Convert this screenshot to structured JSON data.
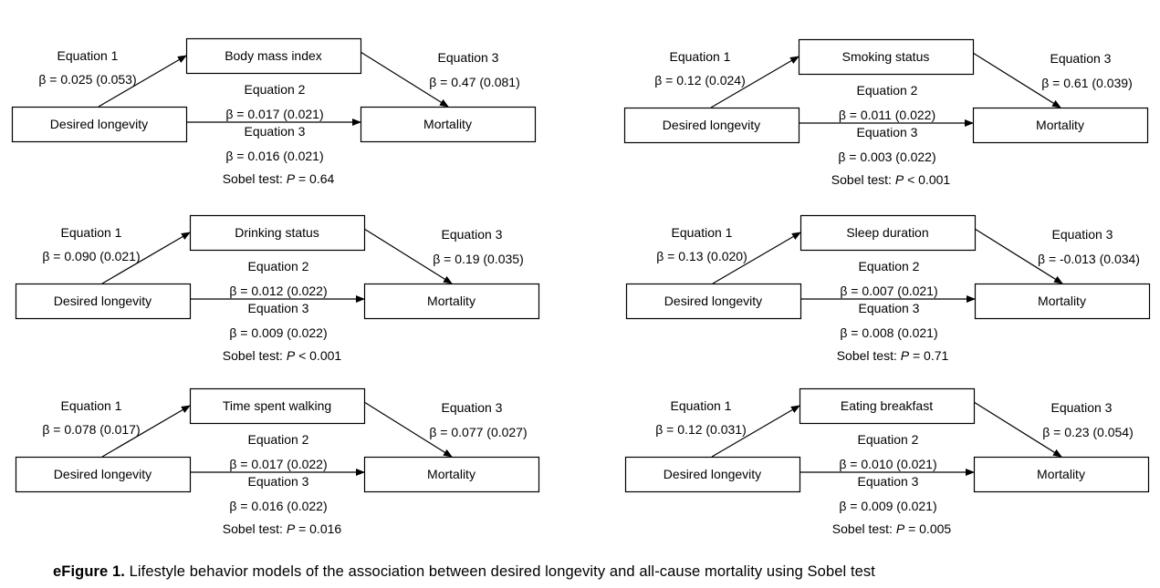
{
  "panels": [
    {
      "exposure": "Desired longevity",
      "mediator": "Body mass index",
      "outcome": "Mortality",
      "eq1_label": "Equation 1",
      "eq1_beta": "β = 0.025 (0.053)",
      "eq3_label": "Equation 3",
      "eq3_beta": "β = 0.47 (0.081)",
      "eq2_label": "Equation 2",
      "eq2_beta": "β = 0.017 (0.021)",
      "eq3b_label": "Equation 3",
      "eq3b_beta": "β = 0.016 (0.021)",
      "sobel_prefix": "Sobel test: ",
      "sobel_p": "P",
      "sobel_value": " = 0.64"
    },
    {
      "exposure": "Desired longevity",
      "mediator": "Smoking status",
      "outcome": "Mortality",
      "eq1_label": "Equation 1",
      "eq1_beta": "β = 0.12 (0.024)",
      "eq3_label": "Equation 3",
      "eq3_beta": "β = 0.61 (0.039)",
      "eq2_label": "Equation 2",
      "eq2_beta": "β = 0.011 (0.022)",
      "eq3b_label": "Equation 3",
      "eq3b_beta": "β = 0.003 (0.022)",
      "sobel_prefix": "Sobel test: ",
      "sobel_p": "P",
      "sobel_value": " < 0.001"
    },
    {
      "exposure": "Desired longevity",
      "mediator": "Drinking status",
      "outcome": "Mortality",
      "eq1_label": "Equation 1",
      "eq1_beta": "β = 0.090 (0.021)",
      "eq3_label": "Equation 3",
      "eq3_beta": "β = 0.19 (0.035)",
      "eq2_label": "Equation 2",
      "eq2_beta": "β = 0.012 (0.022)",
      "eq3b_label": "Equation 3",
      "eq3b_beta": "β = 0.009 (0.022)",
      "sobel_prefix": "Sobel test: ",
      "sobel_p": "P",
      "sobel_value": " < 0.001"
    },
    {
      "exposure": "Desired longevity",
      "mediator": "Sleep duration",
      "outcome": "Mortality",
      "eq1_label": "Equation 1",
      "eq1_beta": "β = 0.13 (0.020)",
      "eq3_label": "Equation 3",
      "eq3_beta": "β = -0.013 (0.034)",
      "eq2_label": "Equation 2",
      "eq2_beta": "β = 0.007 (0.021)",
      "eq3b_label": "Equation 3",
      "eq3b_beta": "β = 0.008 (0.021)",
      "sobel_prefix": "Sobel test: ",
      "sobel_p": "P",
      "sobel_value": " = 0.71"
    },
    {
      "exposure": "Desired longevity",
      "mediator": "Time spent walking",
      "outcome": "Mortality",
      "eq1_label": "Equation 1",
      "eq1_beta": "β = 0.078 (0.017)",
      "eq3_label": "Equation 3",
      "eq3_beta": "β = 0.077 (0.027)",
      "eq2_label": "Equation 2",
      "eq2_beta": "β = 0.017 (0.022)",
      "eq3b_label": "Equation 3",
      "eq3b_beta": "β = 0.016 (0.022)",
      "sobel_prefix": "Sobel test: ",
      "sobel_p": "P",
      "sobel_value": " = 0.016"
    },
    {
      "exposure": "Desired longevity",
      "mediator": "Eating breakfast",
      "outcome": "Mortality",
      "eq1_label": "Equation 1",
      "eq1_beta": "β = 0.12 (0.031)",
      "eq3_label": "Equation 3",
      "eq3_beta": "β = 0.23 (0.054)",
      "eq2_label": "Equation 2",
      "eq2_beta": "β = 0.010 (0.021)",
      "eq3b_label": "Equation 3",
      "eq3b_beta": "β = 0.009 (0.021)",
      "sobel_prefix": "Sobel test: ",
      "sobel_p": "P",
      "sobel_value": " = 0.005"
    }
  ],
  "caption": {
    "label": "eFigure 1.",
    "text": " Lifestyle behavior models of the association between desired longevity and all-cause mortality using Sobel test"
  }
}
